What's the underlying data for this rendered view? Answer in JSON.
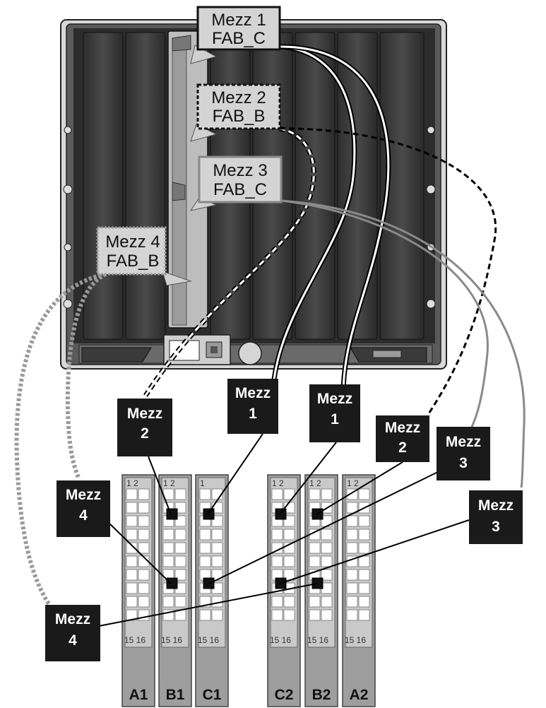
{
  "enclosure_labels": [
    {
      "line1": "Mezz 1",
      "line2": "FAB_C",
      "style": "solid"
    },
    {
      "line1": "Mezz 2",
      "line2": "FAB_B",
      "style": "dashed"
    },
    {
      "line1": "Mezz 3",
      "line2": "FAB_C",
      "style": "solid"
    },
    {
      "line1": "Mezz 4",
      "line2": "FAB_B",
      "style": "dotted"
    }
  ],
  "callouts": [
    {
      "line1": "Mezz",
      "line2": "2"
    },
    {
      "line1": "Mezz",
      "line2": "1"
    },
    {
      "line1": "Mezz",
      "line2": "1"
    },
    {
      "line1": "Mezz",
      "line2": "2"
    },
    {
      "line1": "Mezz",
      "line2": "3"
    },
    {
      "line1": "Mezz",
      "line2": "4"
    },
    {
      "line1": "Mezz",
      "line2": "3"
    },
    {
      "line1": "Mezz",
      "line2": "4"
    }
  ],
  "io_modules": [
    {
      "name": "A1",
      "top_ports": "1  2"
    },
    {
      "name": "B1",
      "top_ports": "1  2"
    },
    {
      "name": "C1",
      "top_ports": "1"
    },
    {
      "name": "C2",
      "top_ports": "1  2"
    },
    {
      "name": "B2",
      "top_ports": "1  2"
    },
    {
      "name": "A2",
      "top_ports": "1  2"
    }
  ],
  "bottom_ports": "15 16",
  "colors": {
    "cable_mezz1": "#000000",
    "cable_mezz2": "#000000",
    "cable_mezz3": "#8a8a8a",
    "cable_mezz4": "#9a9a9a",
    "chassis": "#3c3c3c",
    "module": "#9e9e9e"
  }
}
